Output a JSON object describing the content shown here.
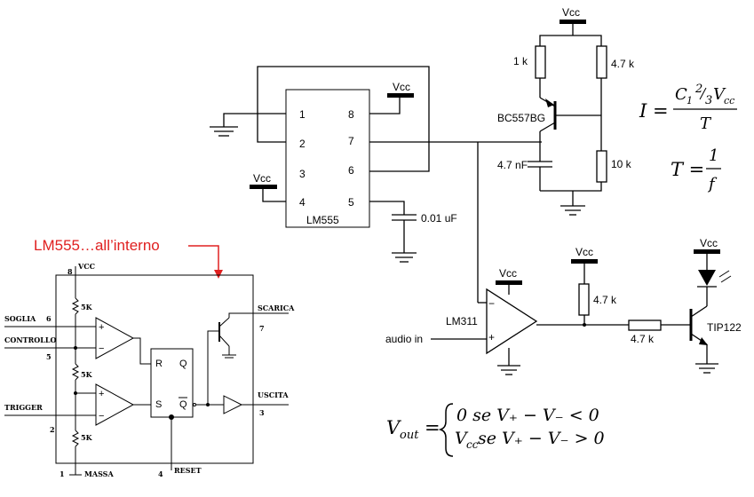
{
  "annotation": {
    "text": "LM555…all’interno",
    "color": "#e02020"
  },
  "ic555": {
    "name": "LM555",
    "pins": [
      "1",
      "2",
      "3",
      "4",
      "5",
      "6",
      "7",
      "8"
    ]
  },
  "labels": {
    "vcc": "Vcc",
    "r1k": "1 k",
    "r47k_top": "4.7 k",
    "transistor_pnp": "BC557BG",
    "c47nf": "4.7 nF",
    "r10k": "10 k",
    "c001": "0.01 uF",
    "comparator": "LM311",
    "audio_in": "audio in",
    "r47k_pullup": "4.7 k",
    "r47k_base": "4.7 k",
    "transistor_npn": "TIP122"
  },
  "internal": {
    "vcc": "VCC",
    "soglia": "SOGLIA",
    "controllo": "CONTROLLO",
    "trigger": "TRIGGER",
    "scarica": "SCARICA",
    "uscita": "USCITA",
    "reset": "RESET",
    "massa": "MASSA",
    "r5k": "5K",
    "pin8": "8",
    "pin6": "6",
    "pin5": "5",
    "pin2": "2",
    "pin1": "1",
    "pin4": "4",
    "pin7": "7",
    "pin3": "3",
    "ff_r": "R",
    "ff_s": "S",
    "ff_q": "Q",
    "ff_qbar": "Q",
    "plus": "+",
    "minus": "−"
  },
  "equations": {
    "I_lhs": "I =",
    "I_num": "C",
    "I_sub1": "1",
    "I_frac_n": "2",
    "I_frac_d": "3",
    "I_v": "V",
    "I_vsub": "cc",
    "I_den": "T",
    "T_lhs": "T =",
    "T_num": "1",
    "T_den": "f",
    "vout_lhs": "V",
    "vout_sub": "out",
    "vout_eq": "=",
    "case1": "0 se V₊ − V₋ < 0",
    "case2_v": "V",
    "case2_sub": "cc",
    "case2_rest": " se V₊ − V₋ > 0"
  }
}
